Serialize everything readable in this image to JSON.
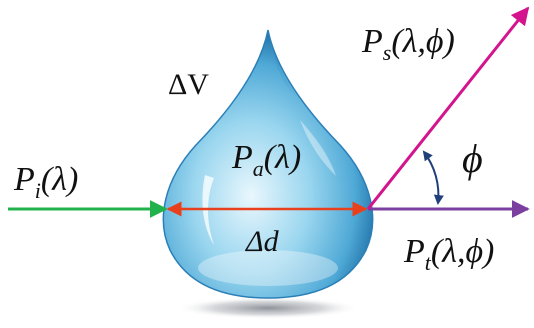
{
  "labels": {
    "incident_P": "P",
    "incident_sub": "i",
    "incident_args": "(λ)",
    "volume": "ΔV",
    "absorbed_P": "P",
    "absorbed_sub": "a",
    "absorbed_args": "(λ)",
    "thickness": "Δd",
    "scattered_P": "P",
    "scattered_sub": "s",
    "scattered_args": "(λ,ϕ)",
    "transmitted_P": "P",
    "transmitted_sub": "t",
    "transmitted_args": "(λ,ϕ)",
    "angle": "ϕ"
  },
  "colors": {
    "incident_arrow": "#22b24c",
    "thickness_arrow": "#e8401c",
    "scattered_arrow": "#d4148c",
    "transmitted_arrow": "#7b3fa0",
    "angle_arc": "#1f3f7a",
    "drop_light": "#dff3fb",
    "drop_mid": "#6fc3e6",
    "drop_dark": "#1f78b4"
  }
}
